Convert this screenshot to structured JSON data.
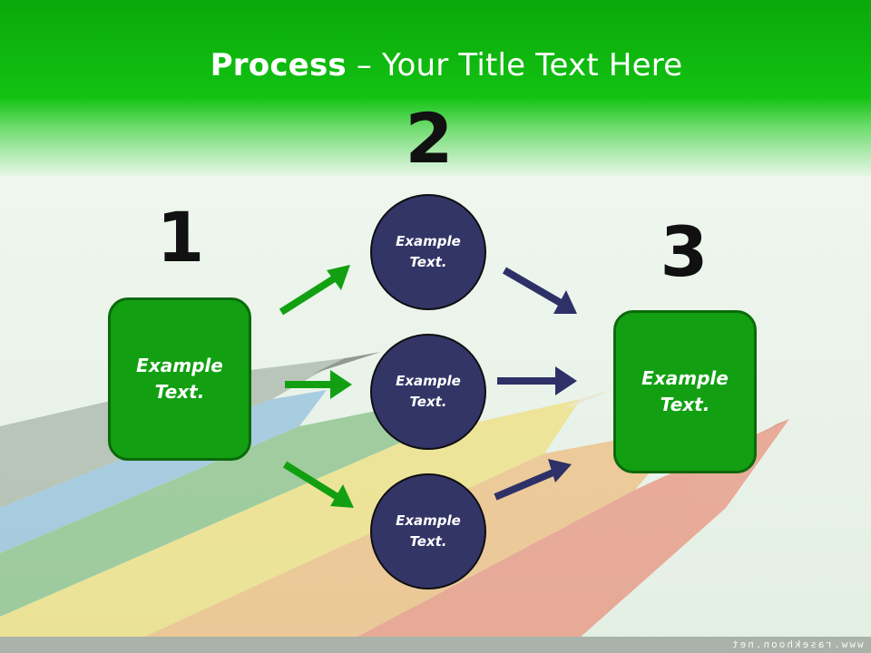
{
  "title": {
    "bold": "Process",
    "rest": " – Your Title Text Here"
  },
  "steps": {
    "one": {
      "number": "1",
      "text": "Example Text."
    },
    "two": {
      "number": "2",
      "circles": [
        {
          "text": "Example Text."
        },
        {
          "text": "Example Text."
        },
        {
          "text": "Example Text."
        }
      ]
    },
    "three": {
      "number": "3",
      "text": "Example Text."
    }
  },
  "watermark": "www.rasekhoon.net",
  "colors": {
    "header_green": "#0fbd0f",
    "box_green": "#12a012",
    "circle_navy": "#333566",
    "arrow_green": "#12a012",
    "arrow_navy": "#2e3068"
  }
}
